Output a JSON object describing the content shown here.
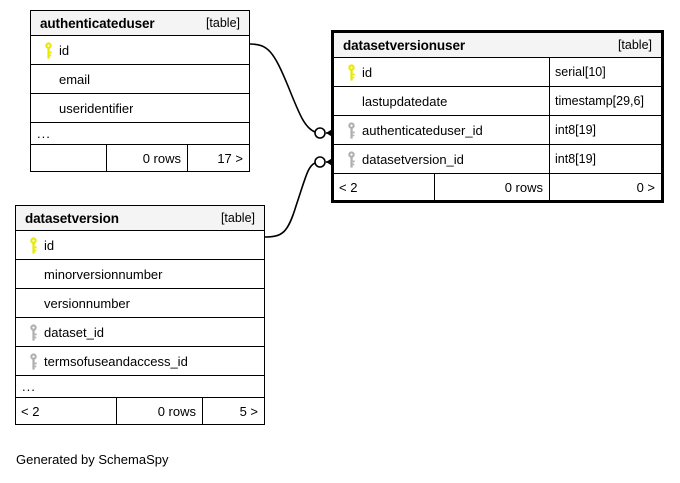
{
  "diagram": {
    "type": "entity-relationship-diagram",
    "generator_note": "Generated by SchemaSpy",
    "table_tag": "[table]",
    "ellipsis": "...",
    "rows_label": "0 rows",
    "colors": {
      "primary_key_icon": "#e8e800",
      "foreign_key_icon": "#b0b0b0",
      "header_background": "#f4f4f4",
      "border": "#000000",
      "page_background": "#ffffff"
    }
  },
  "tables": [
    {
      "id": "authenticateduser",
      "name": "authenticateduser",
      "tag": "[table]",
      "focal": false,
      "columns": [
        {
          "name": "id",
          "key": "primary",
          "type": ""
        },
        {
          "name": "email",
          "key": "none",
          "type": ""
        },
        {
          "name": "useridentifier",
          "key": "none",
          "type": ""
        }
      ],
      "has_ellipsis": true,
      "footer": {
        "left": "",
        "middle": "0 rows",
        "right": "17 >"
      }
    },
    {
      "id": "datasetversionuser",
      "name": "datasetversionuser",
      "tag": "[table]",
      "focal": true,
      "columns": [
        {
          "name": "id",
          "key": "primary",
          "type": "serial[10]"
        },
        {
          "name": "lastupdatedate",
          "key": "none",
          "type": "timestamp[29,6]"
        },
        {
          "name": "authenticateduser_id",
          "key": "foreign",
          "type": "int8[19]"
        },
        {
          "name": "datasetversion_id",
          "key": "foreign",
          "type": "int8[19]"
        }
      ],
      "has_ellipsis": false,
      "footer": {
        "left": "< 2",
        "middle": "0 rows",
        "right": "0 >"
      }
    },
    {
      "id": "datasetversion",
      "name": "datasetversion",
      "tag": "[table]",
      "focal": false,
      "columns": [
        {
          "name": "id",
          "key": "primary",
          "type": ""
        },
        {
          "name": "minorversionnumber",
          "key": "none",
          "type": ""
        },
        {
          "name": "versionnumber",
          "key": "none",
          "type": ""
        },
        {
          "name": "dataset_id",
          "key": "foreign",
          "type": ""
        },
        {
          "name": "termsofuseandaccess_id",
          "key": "foreign",
          "type": ""
        }
      ],
      "has_ellipsis": true,
      "footer": {
        "left": "< 2",
        "middle": "0 rows",
        "right": "5 >"
      }
    }
  ],
  "relationships": [
    {
      "id": "authenticateduser-to-datasetversionuser",
      "from_table": "authenticateduser",
      "from_column": "id",
      "to_table": "datasetversionuser",
      "to_column": "authenticateduser_id",
      "source_cardinality": "one",
      "target_cardinality": "zero-or-many"
    },
    {
      "id": "datasetversion-to-datasetversionuser",
      "from_table": "datasetversion",
      "from_column": "id",
      "to_table": "datasetversionuser",
      "to_column": "datasetversion_id",
      "source_cardinality": "one",
      "target_cardinality": "zero-or-many"
    }
  ]
}
